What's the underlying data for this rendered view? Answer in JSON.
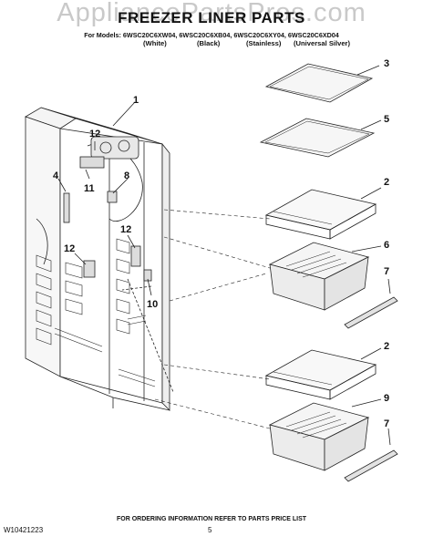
{
  "watermark": "AppliancePartsPros.com",
  "title": "FREEZER LINER PARTS",
  "models_line": "For Models: 6WSC20C6XW04, 6WSC20C6XB04, 6WSC20C6XY04, 6WSC20C6XD04",
  "colors": [
    "(White)",
    "(Black)",
    "(Stainless)",
    "(Universal Silver)"
  ],
  "callouts": {
    "c1": "1",
    "c2a": "2",
    "c2b": "2",
    "c3": "3",
    "c4": "4",
    "c5": "5",
    "c6": "6",
    "c7a": "7",
    "c7b": "7",
    "c8": "8",
    "c9": "9",
    "c10": "10",
    "c11": "11",
    "c12a": "12",
    "c12b": "12",
    "c12c": "12"
  },
  "footer": {
    "ordering": "FOR ORDERING INFORMATION REFER TO PARTS PRICE LIST",
    "doc_number": "W10421223",
    "page": "5"
  }
}
